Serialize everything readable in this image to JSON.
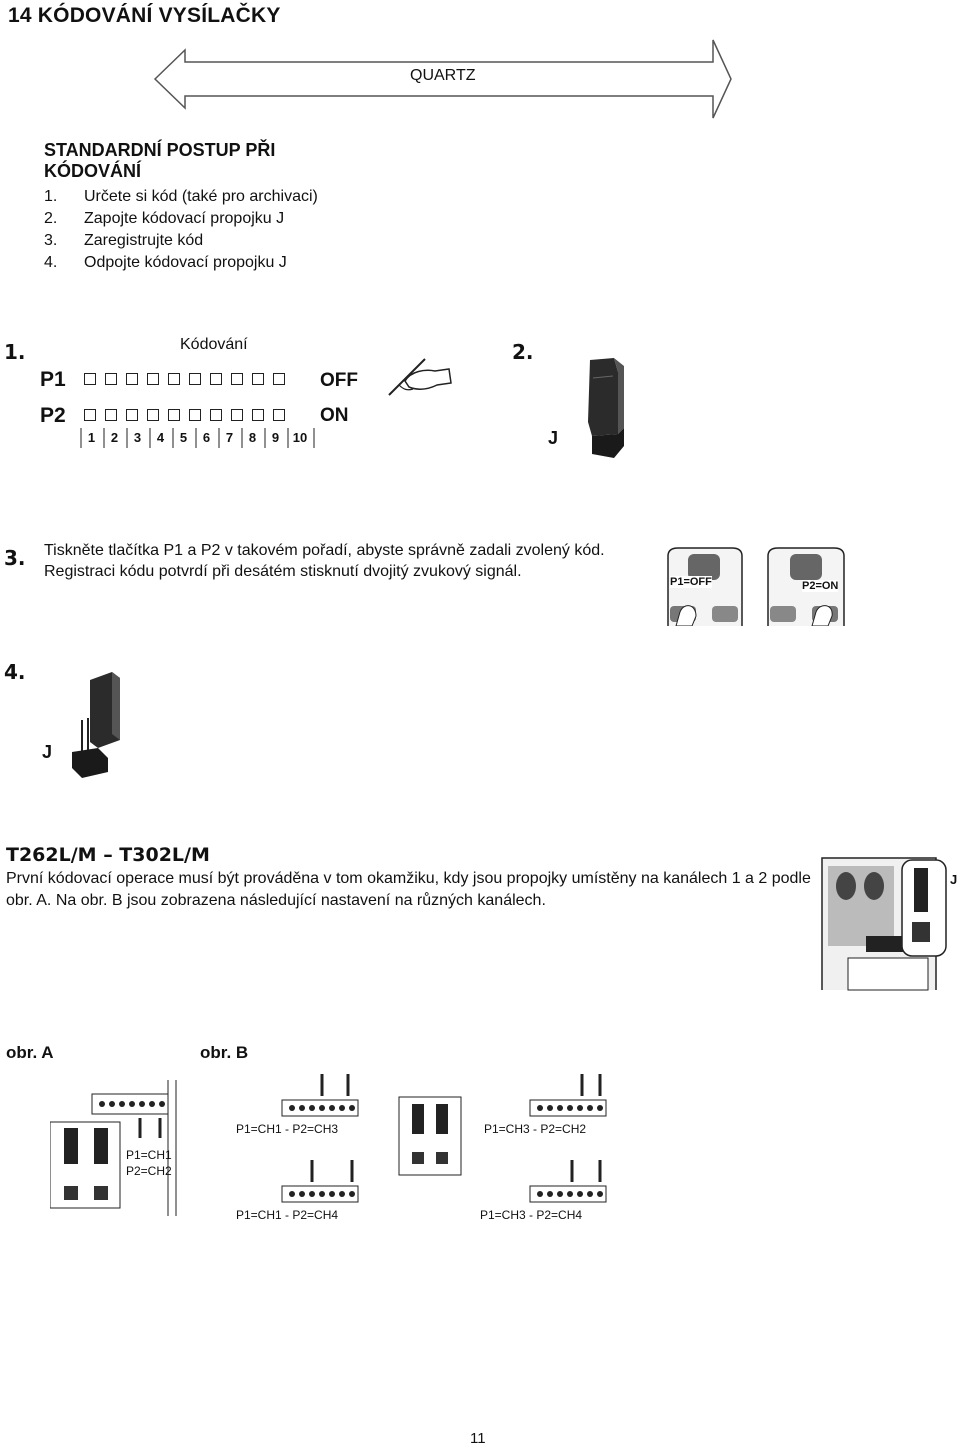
{
  "header": {
    "title": "14 KÓDOVÁNÍ VYSÍLAČKY"
  },
  "banner": {
    "label": "QUARTZ"
  },
  "standard": {
    "title": "STANDARDNÍ POSTUP PŘI KÓDOVÁNÍ",
    "steps": [
      {
        "num": "1.",
        "text": "Určete si kód (také pro archivaci)"
      },
      {
        "num": "2.",
        "text": "Zapojte kódovací propojku J"
      },
      {
        "num": "3.",
        "text": "Zaregistrujte kód"
      },
      {
        "num": "4.",
        "text": "Odpojte kódovací propojku J"
      }
    ]
  },
  "step1": {
    "num": "1.",
    "label": "Kódování",
    "p1": "P1",
    "p2": "P2",
    "off": "OFF",
    "on": "ON",
    "digits": [
      "1",
      "2",
      "3",
      "4",
      "5",
      "6",
      "7",
      "8",
      "9",
      "10"
    ]
  },
  "step2": {
    "num": "2.",
    "jumper": "J"
  },
  "step3": {
    "num": "3.",
    "text": "Tiskněte tlačítka P1 a P2 v takovém pořadí, abyste správně zadali zvolený kód. Registraci kódu potvrdí při desátém stisknutí dvojitý zvukový signál.",
    "remote_left": "P1=OFF",
    "remote_right": "P2=ON"
  },
  "step4": {
    "num": "4.",
    "jumper": "J"
  },
  "t262": {
    "title": "T262L/M – T302L/M",
    "text": "První kódovací operace musí být prováděna v tom okamžiku, kdy jsou propojky umístěny na kanálech 1 a 2 podle obr. A. Na obr. B jsou zobrazena následující nastavení na různých kanálech.",
    "jumper": "J"
  },
  "obrA": {
    "label": "obr. A",
    "ch1": "P1=CH1",
    "ch2": "P2=CH2"
  },
  "obrB": {
    "label": "obr. B",
    "c13": "P1=CH1 - P2=CH3",
    "c14": "P1=CH1 - P2=CH4",
    "c32": "P1=CH3 - P2=CH2",
    "c34": "P1=CH3 - P2=CH4"
  },
  "page": {
    "number": "11"
  }
}
